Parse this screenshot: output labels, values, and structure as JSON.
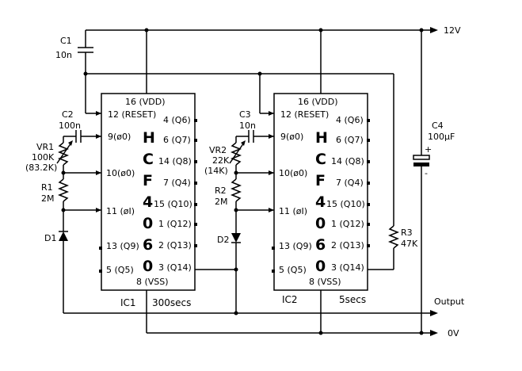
{
  "rails": {
    "vcc": "12V",
    "gnd": "0V",
    "output": "Output"
  },
  "components": {
    "c1": {
      "ref": "C1",
      "value": "10n"
    },
    "c2": {
      "ref": "C2",
      "value": "100n"
    },
    "c3": {
      "ref": "C3",
      "value": "10n"
    },
    "c4": {
      "ref": "C4",
      "value": "100µF"
    },
    "vr1": {
      "ref": "VR1",
      "value": "100K",
      "note": "(83.2K)"
    },
    "vr2": {
      "ref": "VR2",
      "value": "22K",
      "note": "(14K)"
    },
    "r1": {
      "ref": "R1",
      "value": "2M"
    },
    "r2": {
      "ref": "R2",
      "value": "2M"
    },
    "r3": {
      "ref": "R3",
      "value": "47K"
    },
    "d1": {
      "ref": "D1"
    },
    "d2": {
      "ref": "D2"
    }
  },
  "ic1": {
    "name": "IC1",
    "time": "300secs"
  },
  "ic2": {
    "name": "IC2",
    "time": "5secs"
  },
  "chip_letters": [
    "H",
    "C",
    "F",
    "4",
    "0",
    "6",
    "0"
  ],
  "pins": {
    "vdd": "16 (VDD)",
    "vss": "8 (VSS)",
    "reset": "12 (RESET)",
    "phi0": "9(ø0)",
    "phi0bar": "10(ø0)",
    "phi1": "11 (øI)",
    "q9": "13 (Q9)",
    "q5": "5 (Q5)",
    "q6": "4 (Q6)",
    "q7": "6 (Q7)",
    "q8": "14 (Q8)",
    "q4": "7 (Q4)",
    "q10": "15 (Q10)",
    "q12": "1 (Q12)",
    "q13": "2 (Q13)",
    "q14": "3 (Q14)"
  },
  "capacitor_polarity": {
    "plus": "+",
    "minus": "-"
  }
}
